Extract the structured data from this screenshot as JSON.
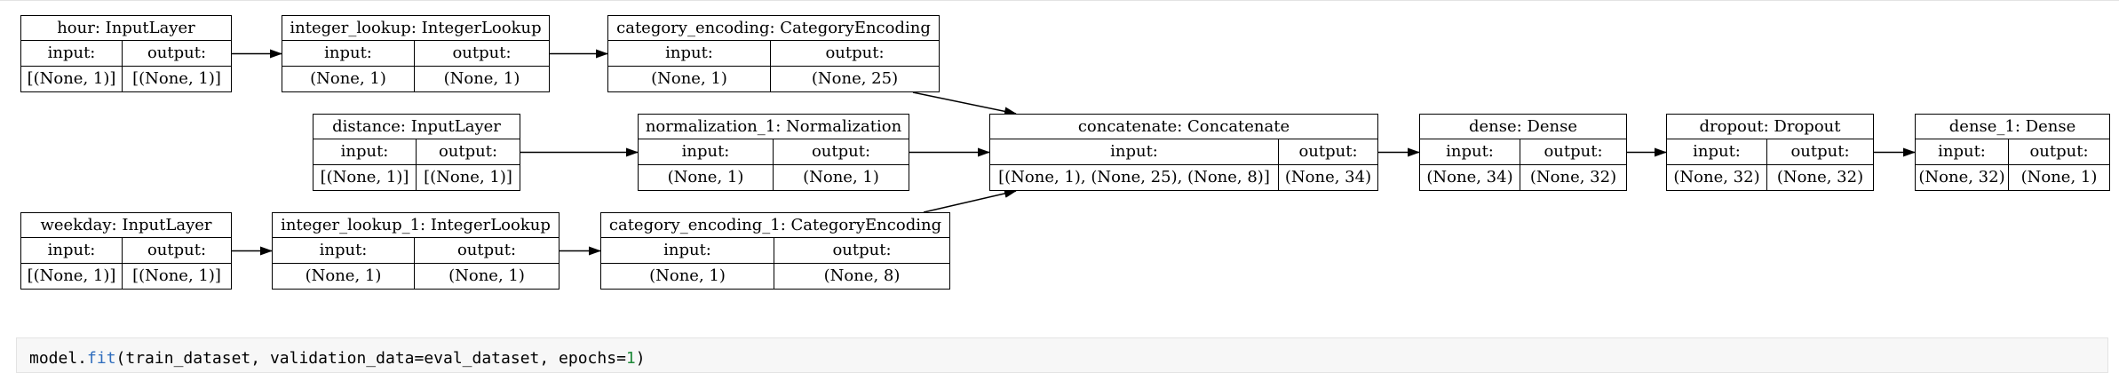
{
  "nodes": {
    "hour": {
      "title": "hour: InputLayer",
      "in_label": "input:",
      "out_label": "output:",
      "input": "[(None, 1)]",
      "output": "[(None, 1)]"
    },
    "integer_lookup": {
      "title": "integer_lookup: IntegerLookup",
      "in_label": "input:",
      "out_label": "output:",
      "input": "(None, 1)",
      "output": "(None, 1)"
    },
    "category_encoding": {
      "title": "category_encoding: CategoryEncoding",
      "in_label": "input:",
      "out_label": "output:",
      "input": "(None, 1)",
      "output": "(None, 25)"
    },
    "distance": {
      "title": "distance: InputLayer",
      "in_label": "input:",
      "out_label": "output:",
      "input": "[(None, 1)]",
      "output": "[(None, 1)]"
    },
    "normalization_1": {
      "title": "normalization_1: Normalization",
      "in_label": "input:",
      "out_label": "output:",
      "input": "(None, 1)",
      "output": "(None, 1)"
    },
    "weekday": {
      "title": "weekday: InputLayer",
      "in_label": "input:",
      "out_label": "output:",
      "input": "[(None, 1)]",
      "output": "[(None, 1)]"
    },
    "integer_lookup_1": {
      "title": "integer_lookup_1: IntegerLookup",
      "in_label": "input:",
      "out_label": "output:",
      "input": "(None, 1)",
      "output": "(None, 1)"
    },
    "category_encoding_1": {
      "title": "category_encoding_1: CategoryEncoding",
      "in_label": "input:",
      "out_label": "output:",
      "input": "(None, 1)",
      "output": "(None, 8)"
    },
    "concatenate": {
      "title": "concatenate: Concatenate",
      "in_label": "input:",
      "out_label": "output:",
      "input": "[(None, 1), (None, 25), (None, 8)]",
      "output": "(None, 34)"
    },
    "dense": {
      "title": "dense: Dense",
      "in_label": "input:",
      "out_label": "output:",
      "input": "(None, 34)",
      "output": "(None, 32)"
    },
    "dropout": {
      "title": "dropout: Dropout",
      "in_label": "input:",
      "out_label": "output:",
      "input": "(None, 32)",
      "output": "(None, 32)"
    },
    "dense_1": {
      "title": "dense_1: Dense",
      "in_label": "input:",
      "out_label": "output:",
      "input": "(None, 32)",
      "output": "(None, 1)"
    }
  },
  "edges": [
    [
      "hour",
      "integer_lookup"
    ],
    [
      "integer_lookup",
      "category_encoding"
    ],
    [
      "distance",
      "normalization_1"
    ],
    [
      "weekday",
      "integer_lookup_1"
    ],
    [
      "integer_lookup_1",
      "category_encoding_1"
    ],
    [
      "category_encoding",
      "concatenate"
    ],
    [
      "normalization_1",
      "concatenate"
    ],
    [
      "category_encoding_1",
      "concatenate"
    ],
    [
      "concatenate",
      "dense"
    ],
    [
      "dense",
      "dropout"
    ],
    [
      "dropout",
      "dense_1"
    ]
  ],
  "code": {
    "p1": "model.",
    "fn": "fit",
    "p2": "(train_dataset, validation_data=eval_dataset, epochs=",
    "num": "1",
    "p3": ")"
  },
  "colors": {
    "line": "#000000",
    "code_bg": "#f7f7f7",
    "code_keyword": "#2f6dbd",
    "code_number": "#1f8a3a"
  }
}
